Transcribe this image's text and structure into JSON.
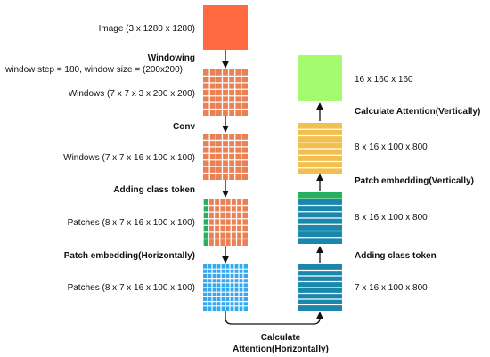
{
  "colors": {
    "image": "#ff6a40",
    "windows": "#e98154",
    "class_token": "#27ae60",
    "patch_h": "#35a9f0",
    "patch_v": "#1a87ad",
    "attn_v": "#f3c050",
    "result": "#a4fb6e",
    "grid_line": "#ffffff",
    "arrow": "#111111"
  },
  "left": {
    "image_label": "Image (3 x 1280 x 1280)",
    "windowing_title": "Windowing",
    "windowing_desc": "window step = 180, window size = (200x200)",
    "windows_label": "Windows (7 x 7 x 3 x 200 x 200)",
    "conv_title": "Conv",
    "conv_label": "Windows (7 x 7 x 16 x 100 x 100)",
    "class_token_title": "Adding class token",
    "patches1_label": "Patches (8 x 7 x 16 x 100 x 100)",
    "patch_embed_title": "Patch embedding(Horizontally)",
    "patches2_label": "Patches (8 x 7 x 16 x 100 x 100)"
  },
  "right": {
    "result_label": "16 x 160 x 160",
    "calc_v_title": "Calculate Attention(Vertically)",
    "attn_v_label": "8 x 16 x 100 x 800",
    "patch_embed_v_title": "Patch embedding(Vertically)",
    "patch_v1_label": "8 x 16 x 100 x 800",
    "class_token_title": "Adding class token",
    "patch_v2_label": "7 x 16 x 100 x 800"
  },
  "bottom": {
    "calc_h_line1": "Calculate",
    "calc_h_line2": "Attention(Horizontally)"
  }
}
